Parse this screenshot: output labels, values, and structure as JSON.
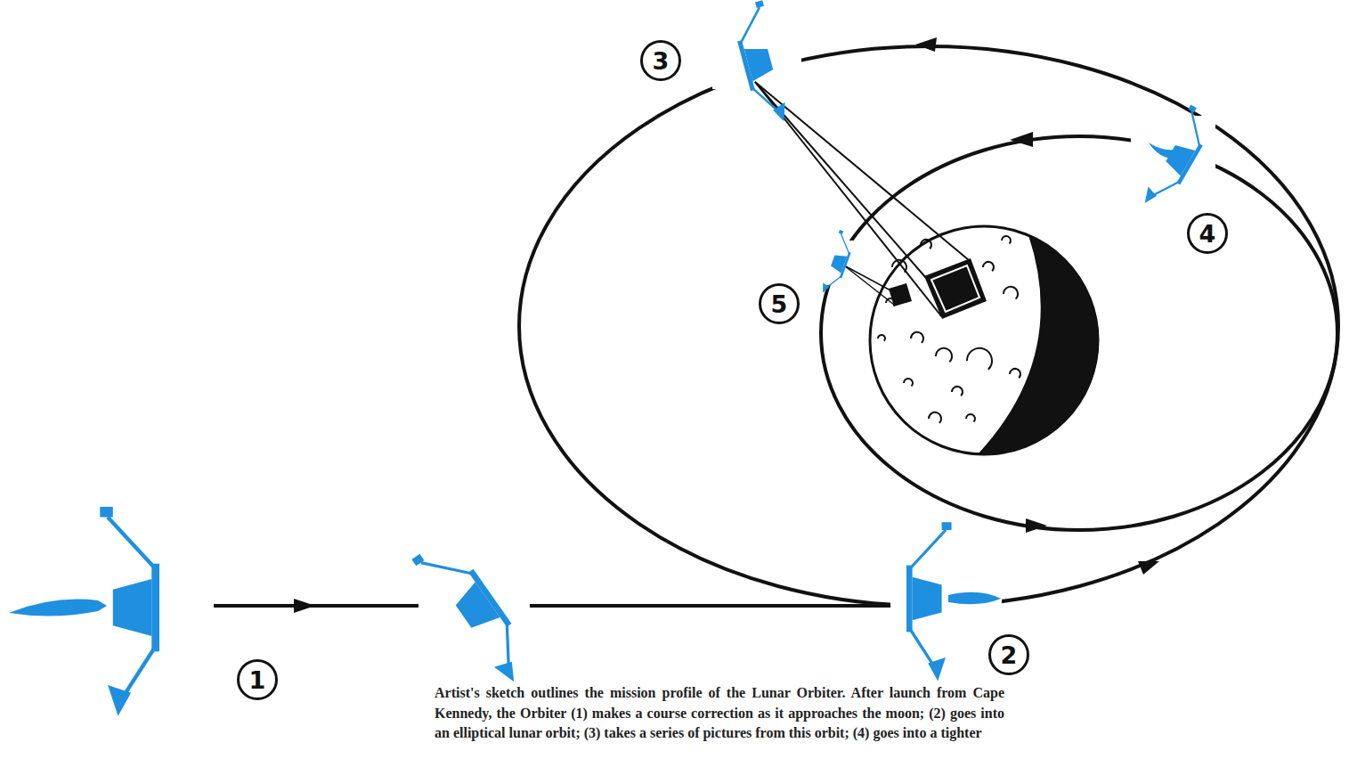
{
  "diagram": {
    "caption": "Artist's sketch outlines the mission profile of the Lunar Orbiter. After launch from Cape Kennedy, the Orbiter (1) makes a course correction as it approaches the moon; (2) goes into an elliptical lunar orbit; (3) takes a series of pictures from this orbit; (4) goes into a tighter",
    "labels": [
      "1",
      "2",
      "3",
      "4",
      "5"
    ]
  }
}
